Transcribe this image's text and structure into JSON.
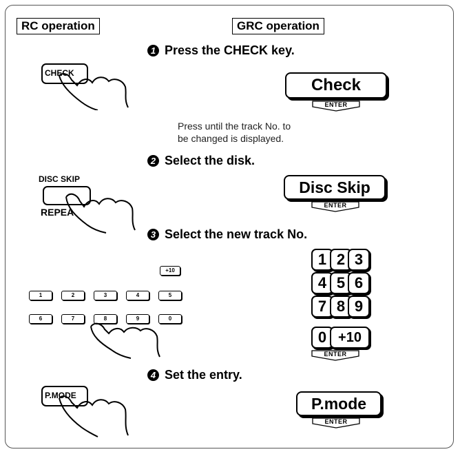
{
  "headers": {
    "rc": "RC operation",
    "grc": "GRC operation"
  },
  "steps": [
    {
      "num": "1",
      "text": "Press the CHECK key."
    },
    {
      "num": "2",
      "text": "Select the disk."
    },
    {
      "num": "3",
      "text": "Select the new track No."
    },
    {
      "num": "4",
      "text": "Set the entry."
    }
  ],
  "note": {
    "line1": "Press until the track No. to",
    "line2": "be changed is displayed."
  },
  "grc_keys": {
    "check": "Check",
    "disc_skip": "Disc Skip",
    "p_mode": "P.mode",
    "enter": "ENTER"
  },
  "grc_numpad": [
    "1",
    "2",
    "3",
    "4",
    "5",
    "6",
    "7",
    "8",
    "9",
    "0",
    "+10"
  ],
  "rc_keys": {
    "check": "CHECK",
    "disc_skip_label": "DISC SKIP",
    "repeat_label": "REPEA",
    "p_mode": "P.MODE",
    "plus10": "+10",
    "row1": [
      "1",
      "2",
      "3",
      "4",
      "5"
    ],
    "row2": [
      "6",
      "7",
      "8",
      "9",
      "0"
    ]
  },
  "icons": [
    "pointing-hand-icon",
    "enter-arrow-icon"
  ]
}
